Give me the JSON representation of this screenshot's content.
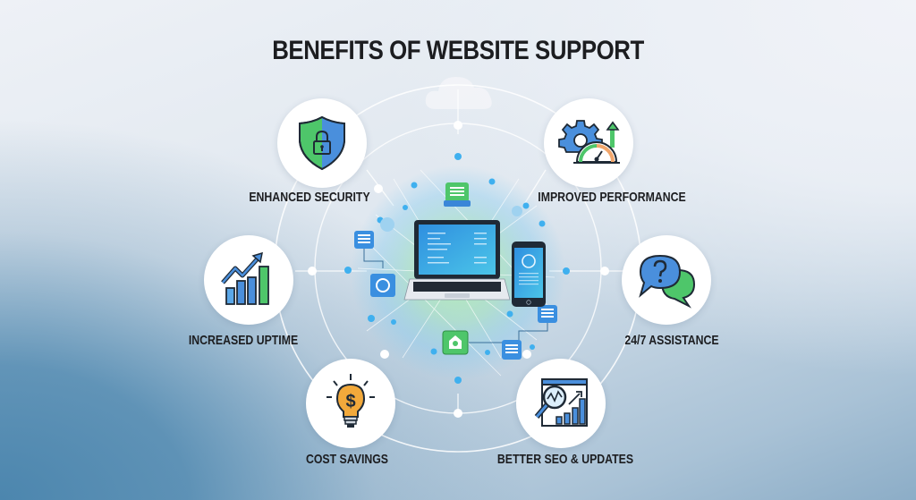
{
  "title": "BENEFITS OF WEBSITE SUPPORT",
  "colors": {
    "text": "#1c1d20",
    "blue": "#4a8fdc",
    "green": "#4ec66a",
    "orange": "#f2a93b",
    "outline": "#1f2a36",
    "bg_top_right": "#eef1f6",
    "bg_bottom_left": "#4c86ae"
  },
  "center": {
    "devices": [
      "laptop-icon",
      "smartphone-icon"
    ],
    "satellite_icons": [
      "document-icon",
      "list-icon",
      "chat-icon",
      "home-icon",
      "list-icon",
      "list-icon",
      "cloud-icon"
    ]
  },
  "benefits": [
    {
      "label": "ENHANCED SECURITY",
      "icon": "shield-lock-icon"
    },
    {
      "label": "IMPROVED PERFORMANCE",
      "icon": "gear-speedometer-icon"
    },
    {
      "label": "INCREASED UPTIME",
      "icon": "bar-chart-growth-icon"
    },
    {
      "label": "24/7 ASSISTANCE",
      "icon": "chat-question-icon"
    },
    {
      "label": "COST SAVINGS",
      "icon": "lightbulb-dollar-icon"
    },
    {
      "label": "BETTER SEO & UPDATES",
      "icon": "seo-magnifier-chart-icon"
    }
  ]
}
